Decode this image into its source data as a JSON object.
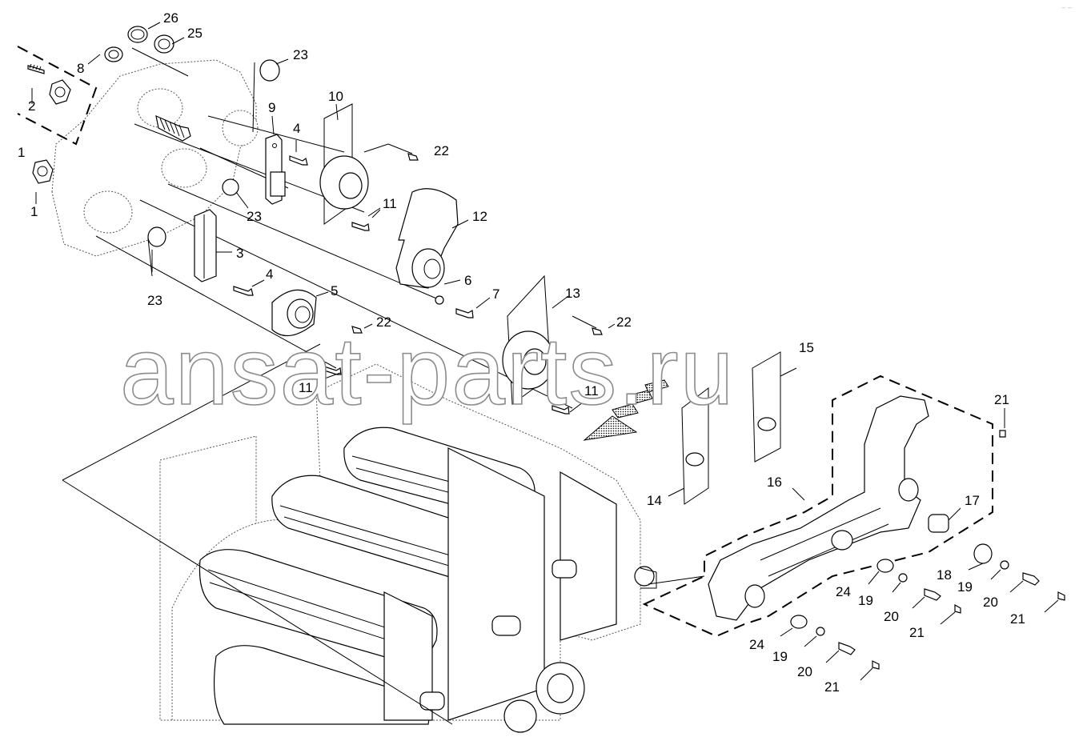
{
  "watermark": "ansat-parts.ru",
  "corner_mark": "– –",
  "callouts": [
    {
      "id": "c1a",
      "text": "1"
    },
    {
      "id": "c1b",
      "text": "1"
    },
    {
      "id": "c2",
      "text": "2"
    },
    {
      "id": "c3",
      "text": "3"
    },
    {
      "id": "c4a",
      "text": "4"
    },
    {
      "id": "c4b",
      "text": "4"
    },
    {
      "id": "c5",
      "text": "5"
    },
    {
      "id": "c6",
      "text": "6"
    },
    {
      "id": "c7",
      "text": "7"
    },
    {
      "id": "c8",
      "text": "8"
    },
    {
      "id": "c9",
      "text": "9"
    },
    {
      "id": "c10",
      "text": "10"
    },
    {
      "id": "c11a",
      "text": "11"
    },
    {
      "id": "c11b",
      "text": "11"
    },
    {
      "id": "c11c",
      "text": "11"
    },
    {
      "id": "c12",
      "text": "12"
    },
    {
      "id": "c13",
      "text": "13"
    },
    {
      "id": "c14",
      "text": "14"
    },
    {
      "id": "c15",
      "text": "15"
    },
    {
      "id": "c16",
      "text": "16"
    },
    {
      "id": "c17",
      "text": "17"
    },
    {
      "id": "c18",
      "text": "18"
    },
    {
      "id": "c19a",
      "text": "19"
    },
    {
      "id": "c19b",
      "text": "19"
    },
    {
      "id": "c19c",
      "text": "19"
    },
    {
      "id": "c20a",
      "text": "20"
    },
    {
      "id": "c20b",
      "text": "20"
    },
    {
      "id": "c20c",
      "text": "20"
    },
    {
      "id": "c21a",
      "text": "21"
    },
    {
      "id": "c21b",
      "text": "21"
    },
    {
      "id": "c21c",
      "text": "21"
    },
    {
      "id": "c21d",
      "text": "21"
    },
    {
      "id": "c22a",
      "text": "22"
    },
    {
      "id": "c22b",
      "text": "22"
    },
    {
      "id": "c22c",
      "text": "22"
    },
    {
      "id": "c23a",
      "text": "23"
    },
    {
      "id": "c23b",
      "text": "23"
    },
    {
      "id": "c23c",
      "text": "23"
    },
    {
      "id": "c24a",
      "text": "24"
    },
    {
      "id": "c24b",
      "text": "24"
    },
    {
      "id": "c25",
      "text": "25"
    },
    {
      "id": "c26",
      "text": "26"
    }
  ]
}
